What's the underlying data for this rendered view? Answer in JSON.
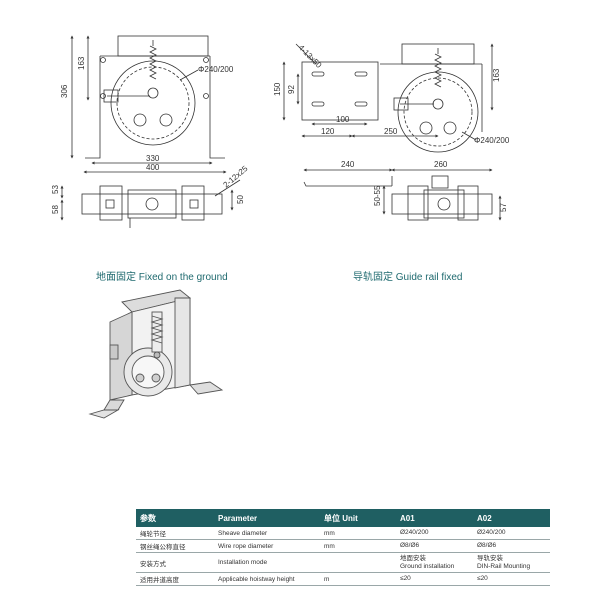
{
  "drawings": {
    "ground_front": {
      "dim_306": "306",
      "dim_163": "163",
      "dim_330": "330",
      "dim_400": "400",
      "sheave": "Φ240/200"
    },
    "ground_top": {
      "dim_53": "53",
      "dim_58": "58",
      "dim_50": "50",
      "holes": "2-12x25"
    },
    "rail_front": {
      "holes": "4-13x50",
      "dim_150": "150",
      "dim_92": "92",
      "dim_163": "163",
      "dim_100": "100",
      "dim_120": "120",
      "dim_250": "250",
      "sheave": "Φ240/200"
    },
    "rail_top": {
      "dim_240": "240",
      "dim_260": "260",
      "dim_50_55": "50-55",
      "dim_57": "57"
    }
  },
  "captions": {
    "ground": "地面固定 Fixed on the ground",
    "rail": "导轨固定 Guide rail fixed"
  },
  "table": {
    "headers": [
      "参数",
      "Parameter",
      "单位 Unit",
      "A01",
      "A02"
    ],
    "rows": [
      {
        "zh": "绳轮节径",
        "param": "Sheave diameter",
        "unit": "mm",
        "a01": [
          "Ø240/200"
        ],
        "a02": [
          "Ø240/200"
        ]
      },
      {
        "zh": "钢丝绳公称直径",
        "param": "Wire rope diameter",
        "unit": "mm",
        "a01": [
          "Ø8/Ø6"
        ],
        "a02": [
          "Ø8/Ø6"
        ]
      },
      {
        "zh": "安装方式",
        "param": "Installation mode",
        "unit": "",
        "a01": [
          "地面安装",
          "Ground installation"
        ],
        "a02": [
          "导轨安装",
          "DIN-Rail Mounting"
        ]
      },
      {
        "zh": "适用井道高度",
        "param": "Applicable hoistway height",
        "unit": "m",
        "a01": [
          "≤20"
        ],
        "a02": [
          "≤20"
        ]
      }
    ]
  }
}
